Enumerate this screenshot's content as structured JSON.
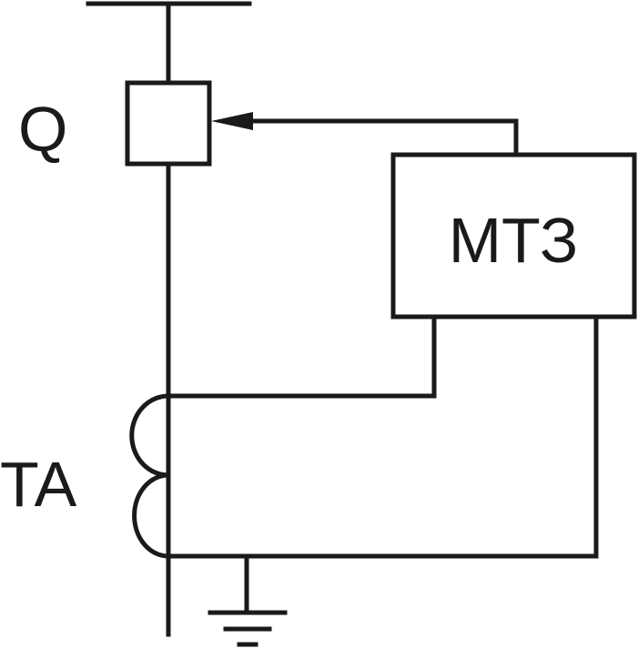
{
  "diagram": {
    "labels": {
      "breaker": "Q",
      "current_transformer": "TA",
      "relay": "МТЗ"
    },
    "colors": {
      "line": "#1a1a1a",
      "background": "#ffffff"
    }
  }
}
